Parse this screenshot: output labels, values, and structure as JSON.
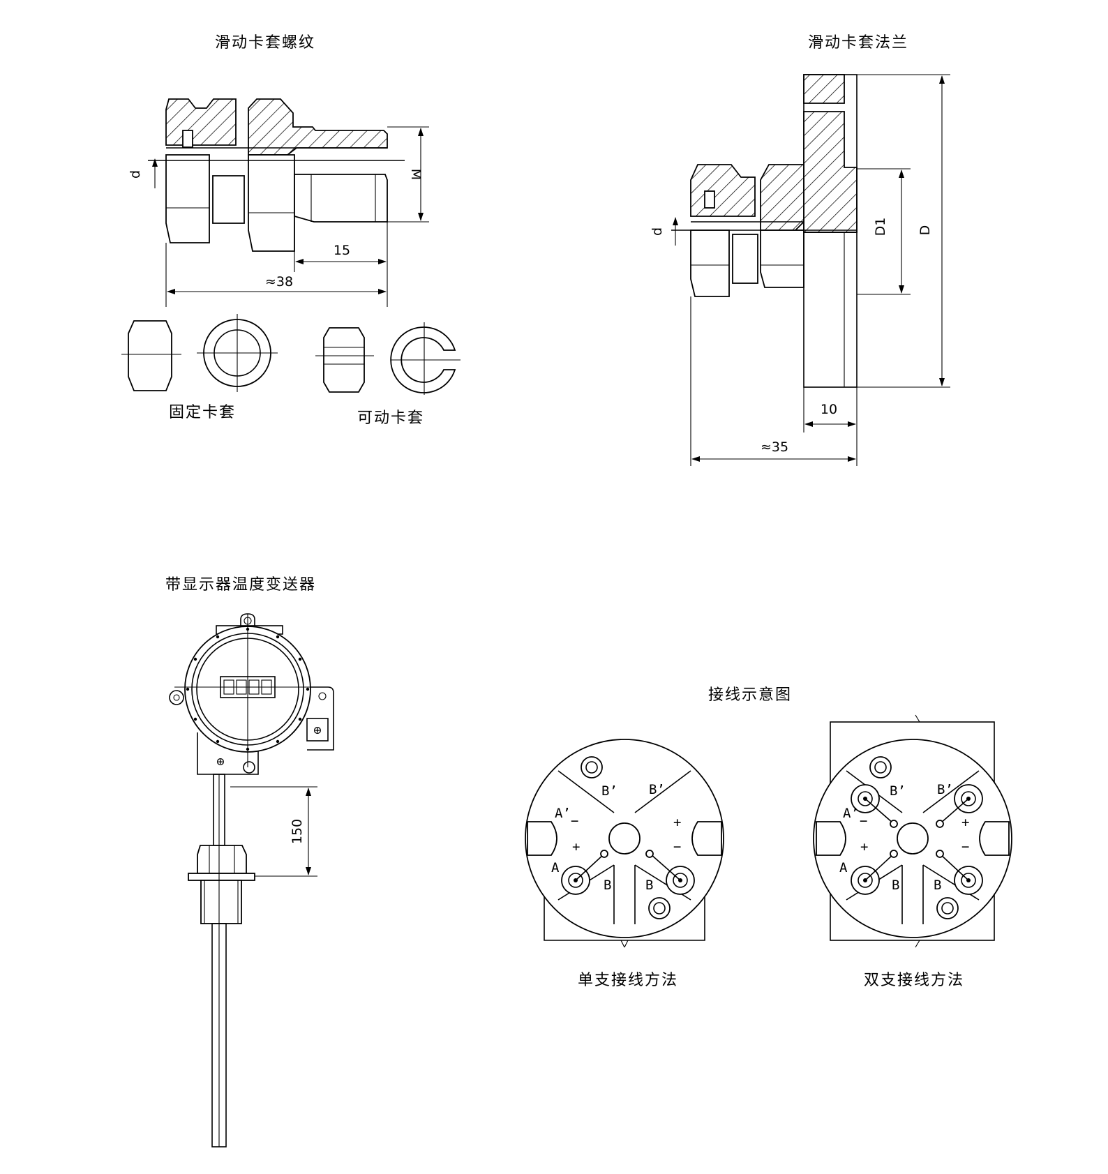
{
  "drawings": {
    "sliding_ferrule_thread": {
      "title": "滑动卡套螺纹",
      "dim_d": "d",
      "dim_m": "M",
      "dim_length": "15",
      "dim_total": "≈38"
    },
    "ferrules": {
      "fixed_label": "固定卡套",
      "movable_label": "可动卡套"
    },
    "sliding_ferrule_flange": {
      "title": "滑动卡套法兰",
      "dim_d": "d",
      "dim_d1": "D1",
      "dim_D": "D",
      "dim_thickness": "10",
      "dim_total": "≈35"
    },
    "transmitter": {
      "title": "带显示器温度变送器",
      "dim_height": "150"
    },
    "wiring": {
      "title": "接线示意图",
      "single_label": "单支接线方法",
      "double_label": "双支接线方法",
      "terminals": {
        "a_prime": "A’",
        "b_prime": "B’",
        "a": "A",
        "b": "B",
        "plus": "+",
        "minus": "−"
      }
    }
  }
}
